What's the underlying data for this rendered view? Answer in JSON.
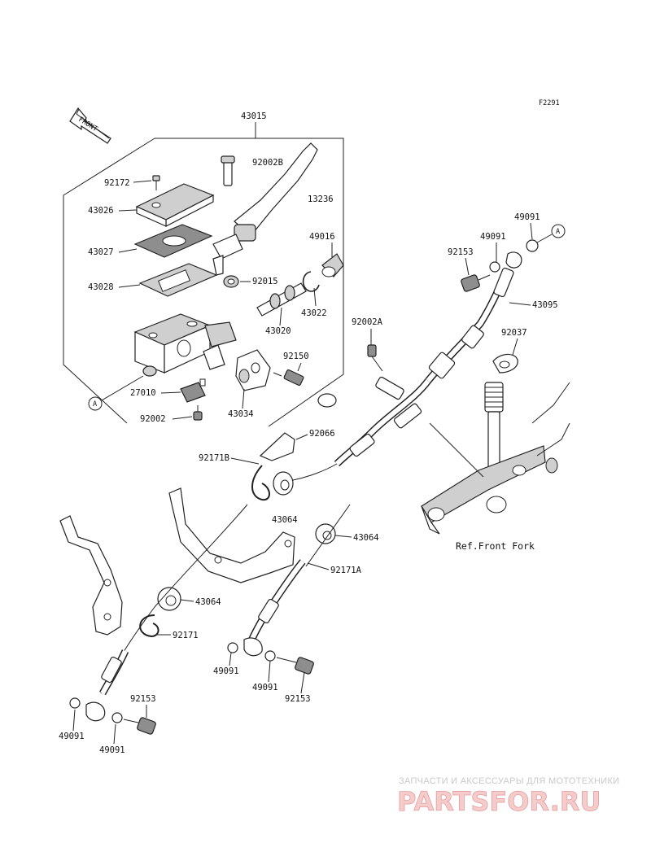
{
  "figure_code": "F2291",
  "front_label": "FRONT",
  "ref_label": "Ref.Front Fork",
  "callouts": {
    "a1": "A",
    "a2": "A"
  },
  "part_labels": {
    "p43015": "43015",
    "p92002B": "92002B",
    "p92172": "92172",
    "p13236": "13236",
    "p43026": "43026",
    "p43027": "43027",
    "p49016": "49016",
    "p43028": "43028",
    "p92015": "92015",
    "p43022": "43022",
    "p43020": "43020",
    "p92150": "92150",
    "p27010": "27010",
    "p43034": "43034",
    "p92002": "92002",
    "p92066": "92066",
    "p92171B": "92171B",
    "p92002A": "92002A",
    "p49091_top": "49091",
    "p49091_top2": "49091",
    "p92153_top": "92153",
    "p43095": "43095",
    "p92037": "92037",
    "p43064_a": "43064",
    "p43064_b": "43064",
    "p92171A": "92171A",
    "p43064_c": "43064",
    "p92171": "92171",
    "p49091_mid1": "49091",
    "p49091_mid2": "49091",
    "p92153_mid": "92153",
    "p92153_bot": "92153",
    "p49091_bot1": "49091",
    "p49091_bot2": "49091"
  },
  "watermark": {
    "tagline": "ЗАПЧАСТИ И АКСЕССУАРЫ ДЛЯ МОТОТЕХНИКИ",
    "brand": "PARTSFOR.RU",
    "color": "#e79b9b"
  }
}
